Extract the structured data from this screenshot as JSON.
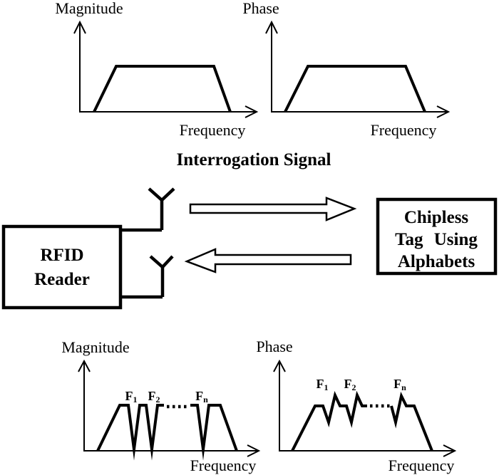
{
  "figure": {
    "background": "#ffffff",
    "ink_color": "#000000"
  },
  "top_section": {
    "caption": "Interrogation Signal",
    "magnitude_plot": {
      "y_axis_label": "Magnitude",
      "x_axis_label": "Frequency"
    },
    "phase_plot": {
      "y_axis_label": "Phase",
      "x_axis_label": "Frequency"
    }
  },
  "middle_section": {
    "rfid_reader_box": {
      "line1": "RFID",
      "line2": "Reader"
    },
    "chipless_tag_box": {
      "line1": "Chipless",
      "line2": "Tag Using",
      "line3": "Alphabets"
    }
  },
  "bottom_section": {
    "magnitude_plot": {
      "y_axis_label": "Magnitude",
      "x_axis_label": "Frequency",
      "resonance_labels": [
        {
          "base": "F",
          "sub": "1"
        },
        {
          "base": "F",
          "sub": "2"
        },
        {
          "base": "F",
          "sub": "n"
        }
      ]
    },
    "phase_plot": {
      "y_axis_label": "Phase",
      "x_axis_label": "Frequency",
      "resonance_labels": [
        {
          "base": "F",
          "sub": "1"
        },
        {
          "base": "F",
          "sub": "2"
        },
        {
          "base": "F",
          "sub": "n"
        }
      ]
    }
  }
}
